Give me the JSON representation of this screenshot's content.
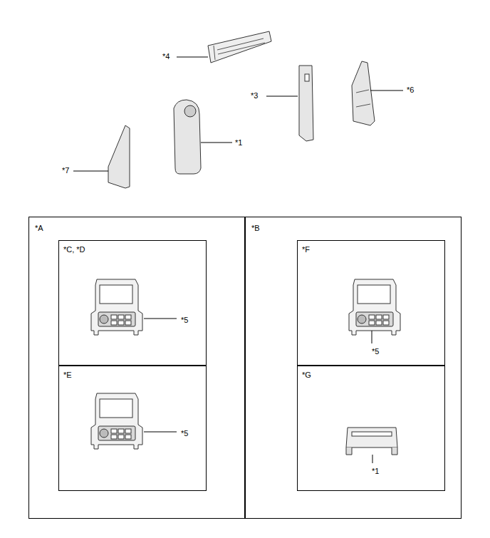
{
  "diagram": {
    "nodes": [
      {
        "text": [
          "*A"
        ]
      },
      {
        "text": [
          "*C, *D",
          "*5"
        ],
        "in": 0
      },
      {
        "text": [
          "*E",
          "*5"
        ],
        "in": 0
      },
      {
        "text": [
          "*B"
        ]
      },
      {
        "text": [
          "*F",
          "*5"
        ],
        "in": 3
      },
      {
        "text": [
          "*G",
          "*1"
        ],
        "in": 3
      }
    ],
    "labels": [
      "*4",
      "*3",
      "*6",
      "*1",
      "*7"
    ]
  }
}
